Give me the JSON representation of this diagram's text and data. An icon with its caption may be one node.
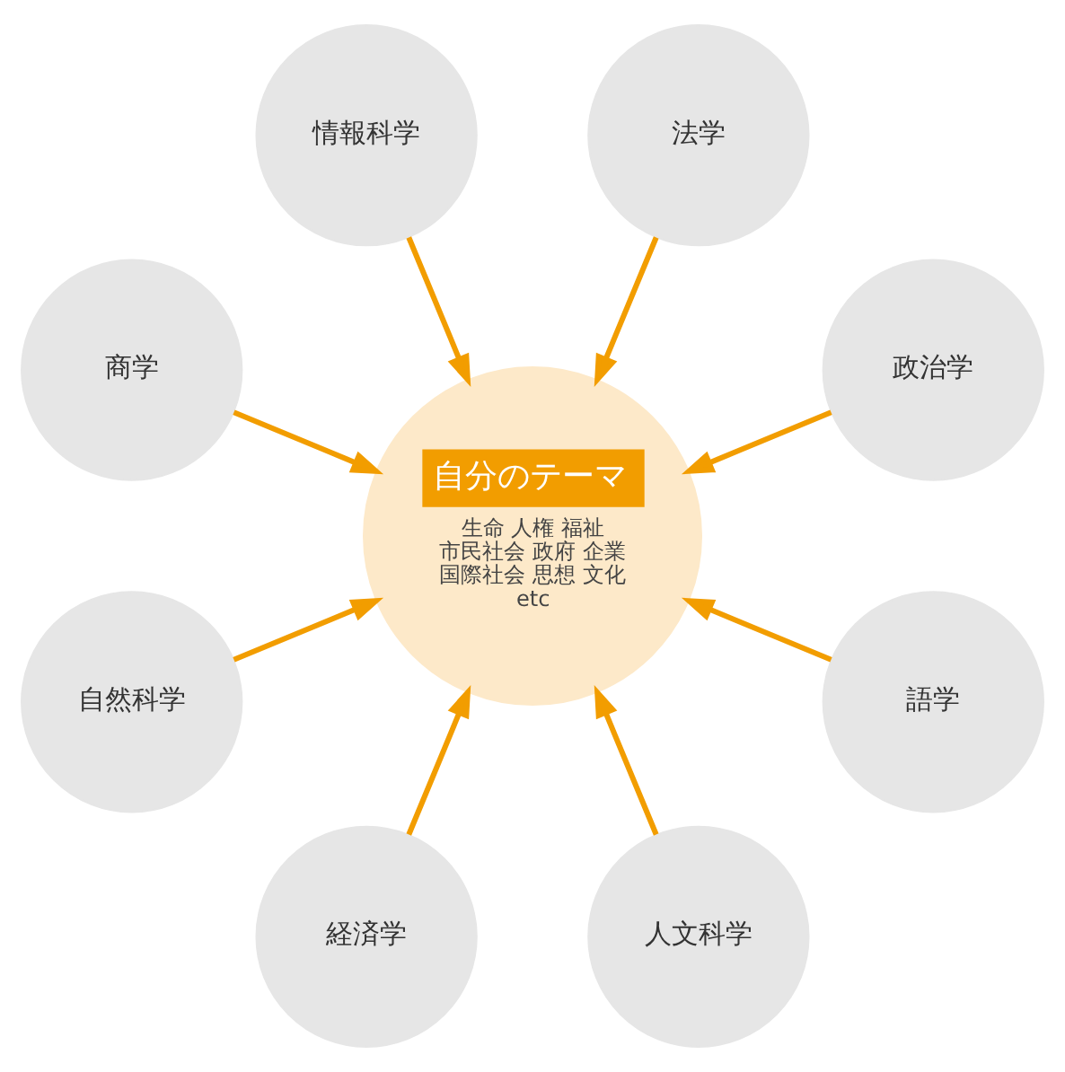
{
  "diagram": {
    "nodes": [
      {
        "text": [
          "政治学"
        ]
      },
      {
        "text": [
          "法学"
        ]
      },
      {
        "text": [
          "情報科学"
        ]
      },
      {
        "text": [
          "商学"
        ]
      },
      {
        "text": [
          "自然科学"
        ]
      },
      {
        "text": [
          "経済学"
        ]
      },
      {
        "text": [
          "人文科学"
        ]
      },
      {
        "text": [
          "語学"
        ]
      },
      {
        "text": [
          "自分のテーマ",
          "生命 人権 福祉",
          "市民社会 政府 企業",
          "国際社会 思想 文化",
          "etc"
        ]
      }
    ],
    "edges": [
      {
        "from": 0,
        "to": 8,
        "arrow": "to"
      },
      {
        "from": 1,
        "to": 8,
        "arrow": "to"
      },
      {
        "from": 2,
        "to": 8,
        "arrow": "to"
      },
      {
        "from": 3,
        "to": 8,
        "arrow": "to"
      },
      {
        "from": 4,
        "to": 8,
        "arrow": "to"
      },
      {
        "from": 5,
        "to": 8,
        "arrow": "to"
      },
      {
        "from": 6,
        "to": 8,
        "arrow": "to"
      },
      {
        "from": 7,
        "to": 8,
        "arrow": "to"
      }
    ]
  }
}
